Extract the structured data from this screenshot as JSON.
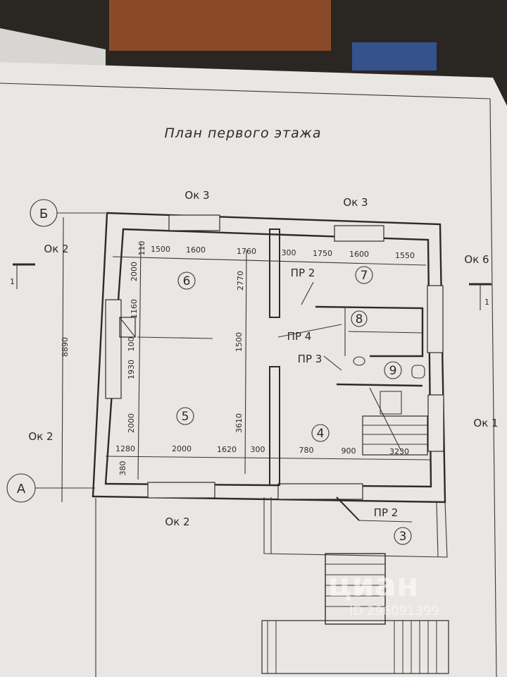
{
  "plan": {
    "title": "План первого этажа",
    "axes": {
      "top": "Б",
      "bottom": "А"
    },
    "section_mark": "1",
    "windows": {
      "top_left": "Ок 3",
      "top_right": "Ок 3",
      "left_top": "Ок 2",
      "left_bottom": "Ок 2",
      "right_top": "Ок 6",
      "right_bottom": "Ок 1",
      "bottom": "Ок 2"
    },
    "openings": {
      "pr2_upper": "ПР 2",
      "pr4": "ПР 4",
      "pr3": "ПР 3",
      "pr2_porch": "ПР 2"
    },
    "rooms": [
      "6",
      "5",
      "7",
      "8",
      "9",
      "4",
      "3"
    ],
    "dimensions": {
      "top_row": [
        "1500",
        "1600",
        "1760",
        "300",
        "1750",
        "1600",
        "1550"
      ],
      "top_small": "110",
      "left_col": [
        "2000",
        "1160",
        "100",
        "1930",
        "2000"
      ],
      "overall": "8890",
      "mid_col": [
        "2770",
        "1500",
        "3610"
      ],
      "bottom_row": [
        "1280",
        "2000",
        "1620",
        "300",
        "780",
        "900",
        "3230"
      ],
      "bottom_small": "380"
    }
  },
  "watermark": {
    "brand": "циан",
    "id": "ID 296091399"
  },
  "colors": {
    "paper": "#e9e6e3",
    "line": "#2d2a27",
    "background": "#2a2622",
    "wood": "#8a4a2a"
  }
}
